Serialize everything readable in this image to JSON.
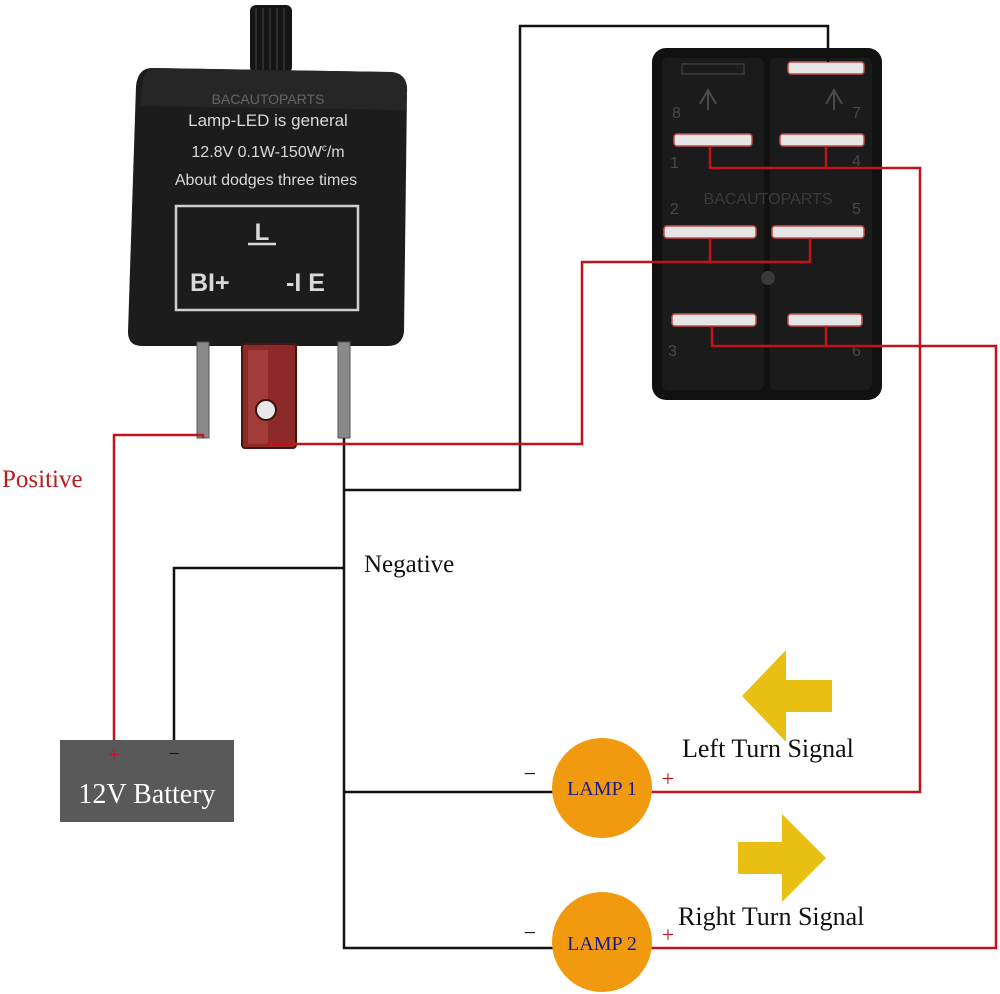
{
  "relay": {
    "watermark": "BACAUTOPARTS",
    "line1": "Lamp-LED is general",
    "line2": "12.8V 0.1W-150W",
    "line2_super": "c",
    "line2_tail": "/m",
    "line3": "About dodges three times",
    "pin_l": "L",
    "pin_b": "BI+",
    "pin_e": "-I E"
  },
  "switch": {
    "watermark": "BACAUTOPARTS",
    "pins": [
      "1",
      "2",
      "3",
      "4",
      "5",
      "6",
      "7",
      "8"
    ]
  },
  "labels": {
    "positive": "Positive",
    "negative": "Negative",
    "battery": "12V Battery",
    "battery_plus": "+",
    "battery_minus": "−",
    "lamp1": "LAMP 1",
    "lamp2": "LAMP 2",
    "lamp1_minus": "−",
    "lamp1_plus": "+",
    "lamp2_minus": "−",
    "lamp2_plus": "+",
    "left_signal": "Left Turn Signal",
    "right_signal": "Right Turn Signal"
  },
  "colors": {
    "positive_wire": "#c0141c",
    "negative_wire": "#111111",
    "lamp_fill": "#f29a0f",
    "arrow_fill": "#e8bf12",
    "battery_fill": "#595959"
  }
}
